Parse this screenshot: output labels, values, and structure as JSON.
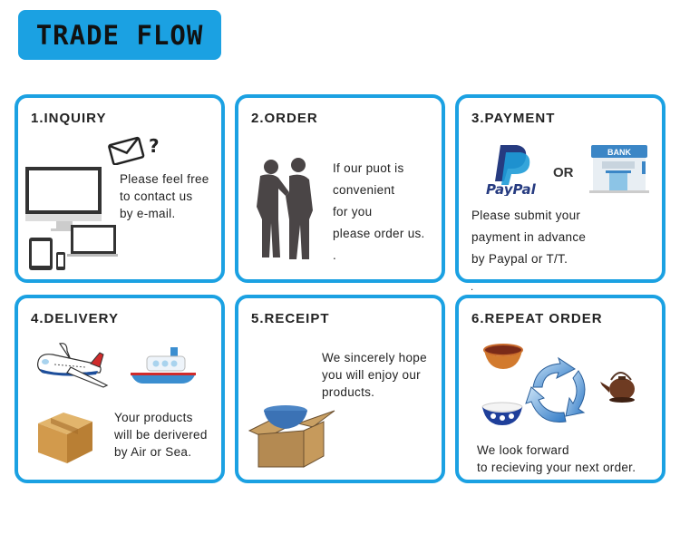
{
  "title": "TRADE FLOW",
  "steps": [
    {
      "heading": "1.INQUIRY",
      "lines": [
        "Please feel free",
        "to contact us",
        "by e-mail."
      ]
    },
    {
      "heading": "2.ORDER",
      "lines": [
        "If our puot is",
        "convenient",
        "for you",
        "please order us.",
        "."
      ]
    },
    {
      "heading": "3.PAYMENT",
      "or_label": "OR",
      "paypal_label": "PayPal",
      "bank_label": "BANK",
      "lines": [
        "Please submit your",
        "payment in advance",
        "by Paypal or T/T."
      ],
      "trailing_dot": "."
    },
    {
      "heading": "4.DELIVERY",
      "lines": [
        "Your products",
        "will be derivered",
        "by Air or Sea."
      ]
    },
    {
      "heading": "5.RECEIPT",
      "lines": [
        "We sincerely hope",
        "you will enjoy our",
        "products."
      ]
    },
    {
      "heading": "6.REPEAT ORDER",
      "lines": [
        "We look forward",
        "to recieving your next order."
      ]
    }
  ],
  "colors": {
    "accent": "#1ba1e2",
    "text": "#222222"
  }
}
